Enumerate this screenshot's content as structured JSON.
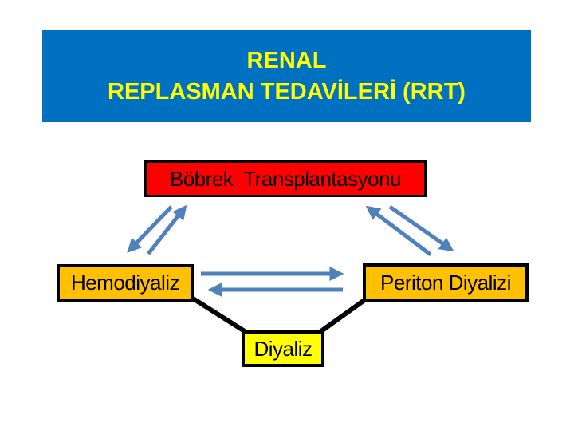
{
  "slide": {
    "title": {
      "line1": "RENAL",
      "line2": "REPLASMAN TEDAVİLERİ (RRT)"
    }
  },
  "diagram": {
    "nodes": {
      "transplant": {
        "label": "Böbrek  Transplantasyonu"
      },
      "hemodialysis": {
        "label": "Hemodiyaliz"
      },
      "peritoneal": {
        "label": "Periton Diyalizi"
      },
      "dialysis": {
        "label": "Diyaliz"
      }
    },
    "edges": [
      {
        "from": "transplant",
        "to": "hemodialysis",
        "style": "paired-blue-arrows-bidirectional"
      },
      {
        "from": "transplant",
        "to": "peritoneal",
        "style": "paired-blue-arrows-bidirectional"
      },
      {
        "from": "hemodialysis",
        "to": "peritoneal",
        "style": "paired-blue-arrows-bidirectional"
      },
      {
        "from": "hemodialysis",
        "to": "dialysis",
        "style": "black-connector-line"
      },
      {
        "from": "peritoneal",
        "to": "dialysis",
        "style": "black-connector-line"
      }
    ]
  },
  "colors": {
    "slide_bg": "#FFFFFF",
    "header_bg": "#0070C0",
    "title_text": "#FFFF00",
    "transplant_bg": "#FF0000",
    "dialysis_type_bg": "#FFC000",
    "dialysis_bg": "#FFFF00",
    "arrow_blue": "#4F81BD",
    "outline": "#000000"
  }
}
